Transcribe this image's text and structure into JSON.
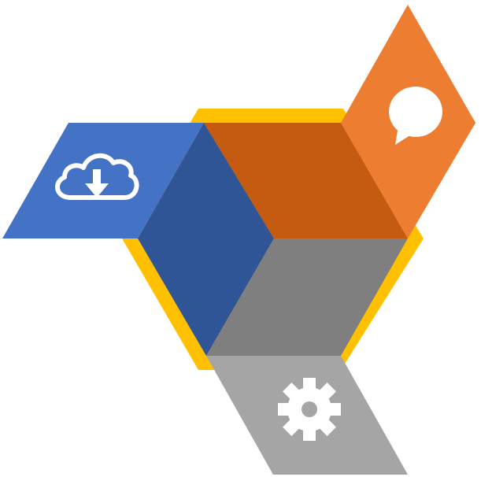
{
  "diagram": {
    "colors": {
      "hexagon_outline": "#FFC000",
      "blue_face": "#2F5597",
      "blue_flap": "#4472C4",
      "orange_face": "#C55A11",
      "orange_flap": "#ED7D31",
      "gray_face": "#7F7F7F",
      "gray_flap": "#A5A5A5",
      "icon": "#FFFFFF"
    },
    "panels": [
      {
        "id": "blue",
        "icon": "cloud-download-icon"
      },
      {
        "id": "orange",
        "icon": "speech-bubble-icon"
      },
      {
        "id": "gray",
        "icon": "gear-icon"
      }
    ]
  }
}
